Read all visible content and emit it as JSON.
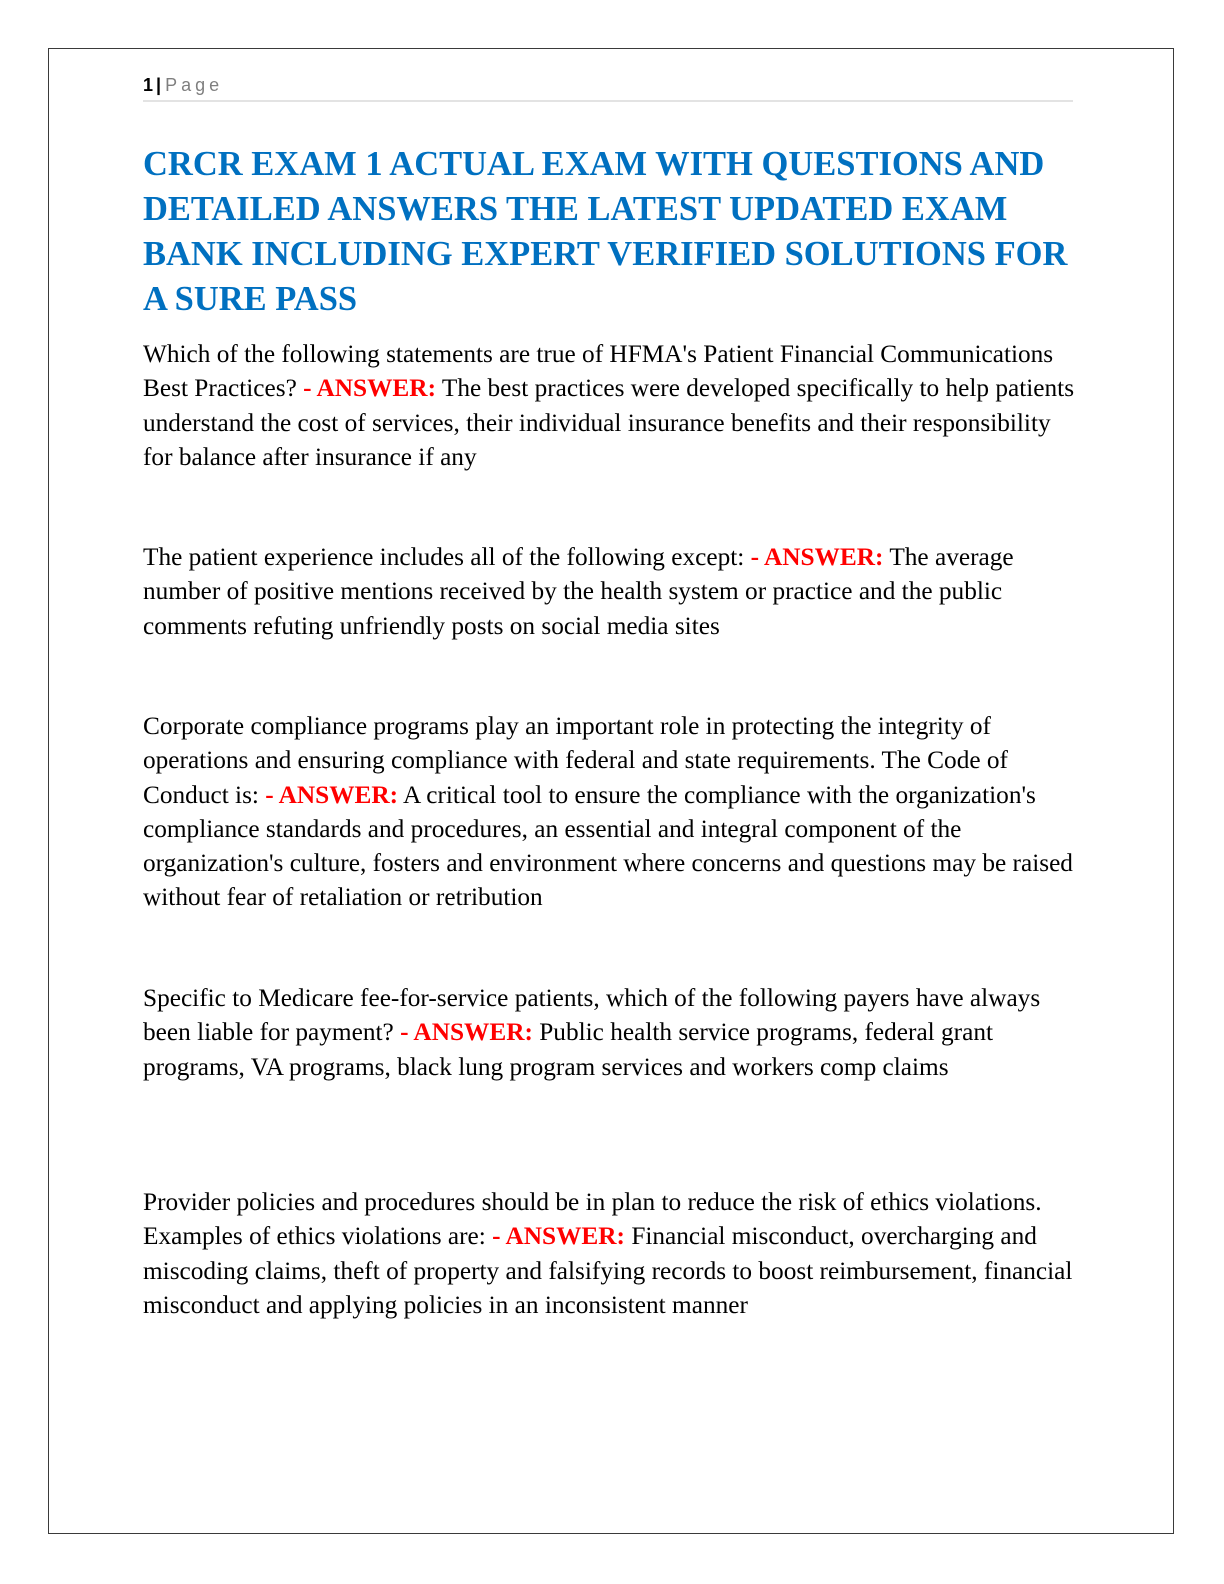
{
  "header": {
    "page_number": "1",
    "separator": "|",
    "page_label": "Page",
    "rule_color": "#e3e3e3"
  },
  "title": {
    "text": "CRCR EXAM 1 ACTUAL EXAM WITH QUESTIONS AND DETAILED ANSWERS THE LATEST UPDATED EXAM BANK INCLUDING EXPERT VERIFIED SOLUTIONS FOR A SURE PASS",
    "color": "#0070c0"
  },
  "answer_marker": {
    "label": "- ANSWER:",
    "color": "#ff0000"
  },
  "items": [
    {
      "question": "Which of the following statements are true of HFMA's Patient Financial Communications Best Practices?",
      "answer_label": "- ANSWER:",
      "answer": "The best practices were developed specifically to help patients understand the cost of services, their individual insurance benefits and their responsibility for balance after insurance if any"
    },
    {
      "question": "The patient experience includes all of the following except:",
      "answer_label": "- ANSWER:",
      "answer": "The average number of positive mentions received by the health system or practice and the public comments refuting unfriendly posts on social media sites"
    },
    {
      "question": "Corporate compliance programs play an important role in protecting the integrity of operations and ensuring compliance with federal and state requirements. The Code of Conduct is:",
      "answer_label": "- ANSWER:",
      "answer": "A critical tool to ensure the compliance with the organization's compliance standards and procedures, an essential and integral component of the organization's culture, fosters and environment where concerns and questions may be raised without fear of retaliation or retribution"
    },
    {
      "question": "Specific to Medicare fee-for-service patients, which of the following payers have always been liable for payment?",
      "answer_label": "- ANSWER:",
      "answer": "Public health service programs, federal grant programs, VA programs, black lung program services and workers comp claims"
    },
    {
      "question": "Provider policies and procedures should be in plan to reduce the risk of ethics violations. Examples of ethics violations are:",
      "answer_label": "- ANSWER:",
      "answer": "Financial misconduct, overcharging and miscoding claims, theft of property and falsifying records to boost reimbursement, financial misconduct and applying policies in an inconsistent manner"
    }
  ]
}
